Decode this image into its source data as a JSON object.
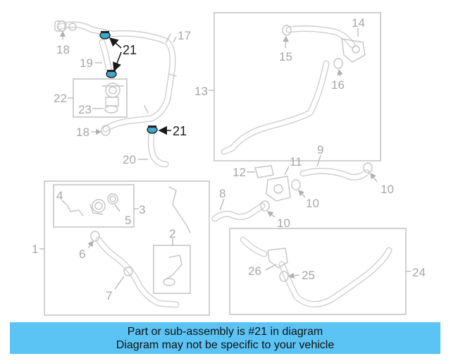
{
  "callouts": {
    "c1": "1",
    "c2": "2",
    "c3": "3",
    "c4": "4",
    "c5": "5",
    "c6": "6",
    "c7": "7",
    "c8": "8",
    "c9": "9",
    "c10a": "10",
    "c10b": "10",
    "c10c": "10",
    "c11": "11",
    "c12": "12",
    "c13": "13",
    "c14": "14",
    "c15": "15",
    "c16": "16",
    "c17": "17",
    "c18a": "18",
    "c18b": "18",
    "c19": "19",
    "c20": "20",
    "c21a": "21",
    "c21b": "21",
    "c22": "22",
    "c23": "23",
    "c24": "24",
    "c25": "25",
    "c26": "26"
  },
  "highlight": {
    "part_number": "21",
    "color": "#3fa7c8"
  },
  "banner": {
    "line1": "Part or sub-assembly is #21 in diagram",
    "line2": "Diagram may not be specific to your vehicle",
    "color": "#5bc4f5"
  }
}
